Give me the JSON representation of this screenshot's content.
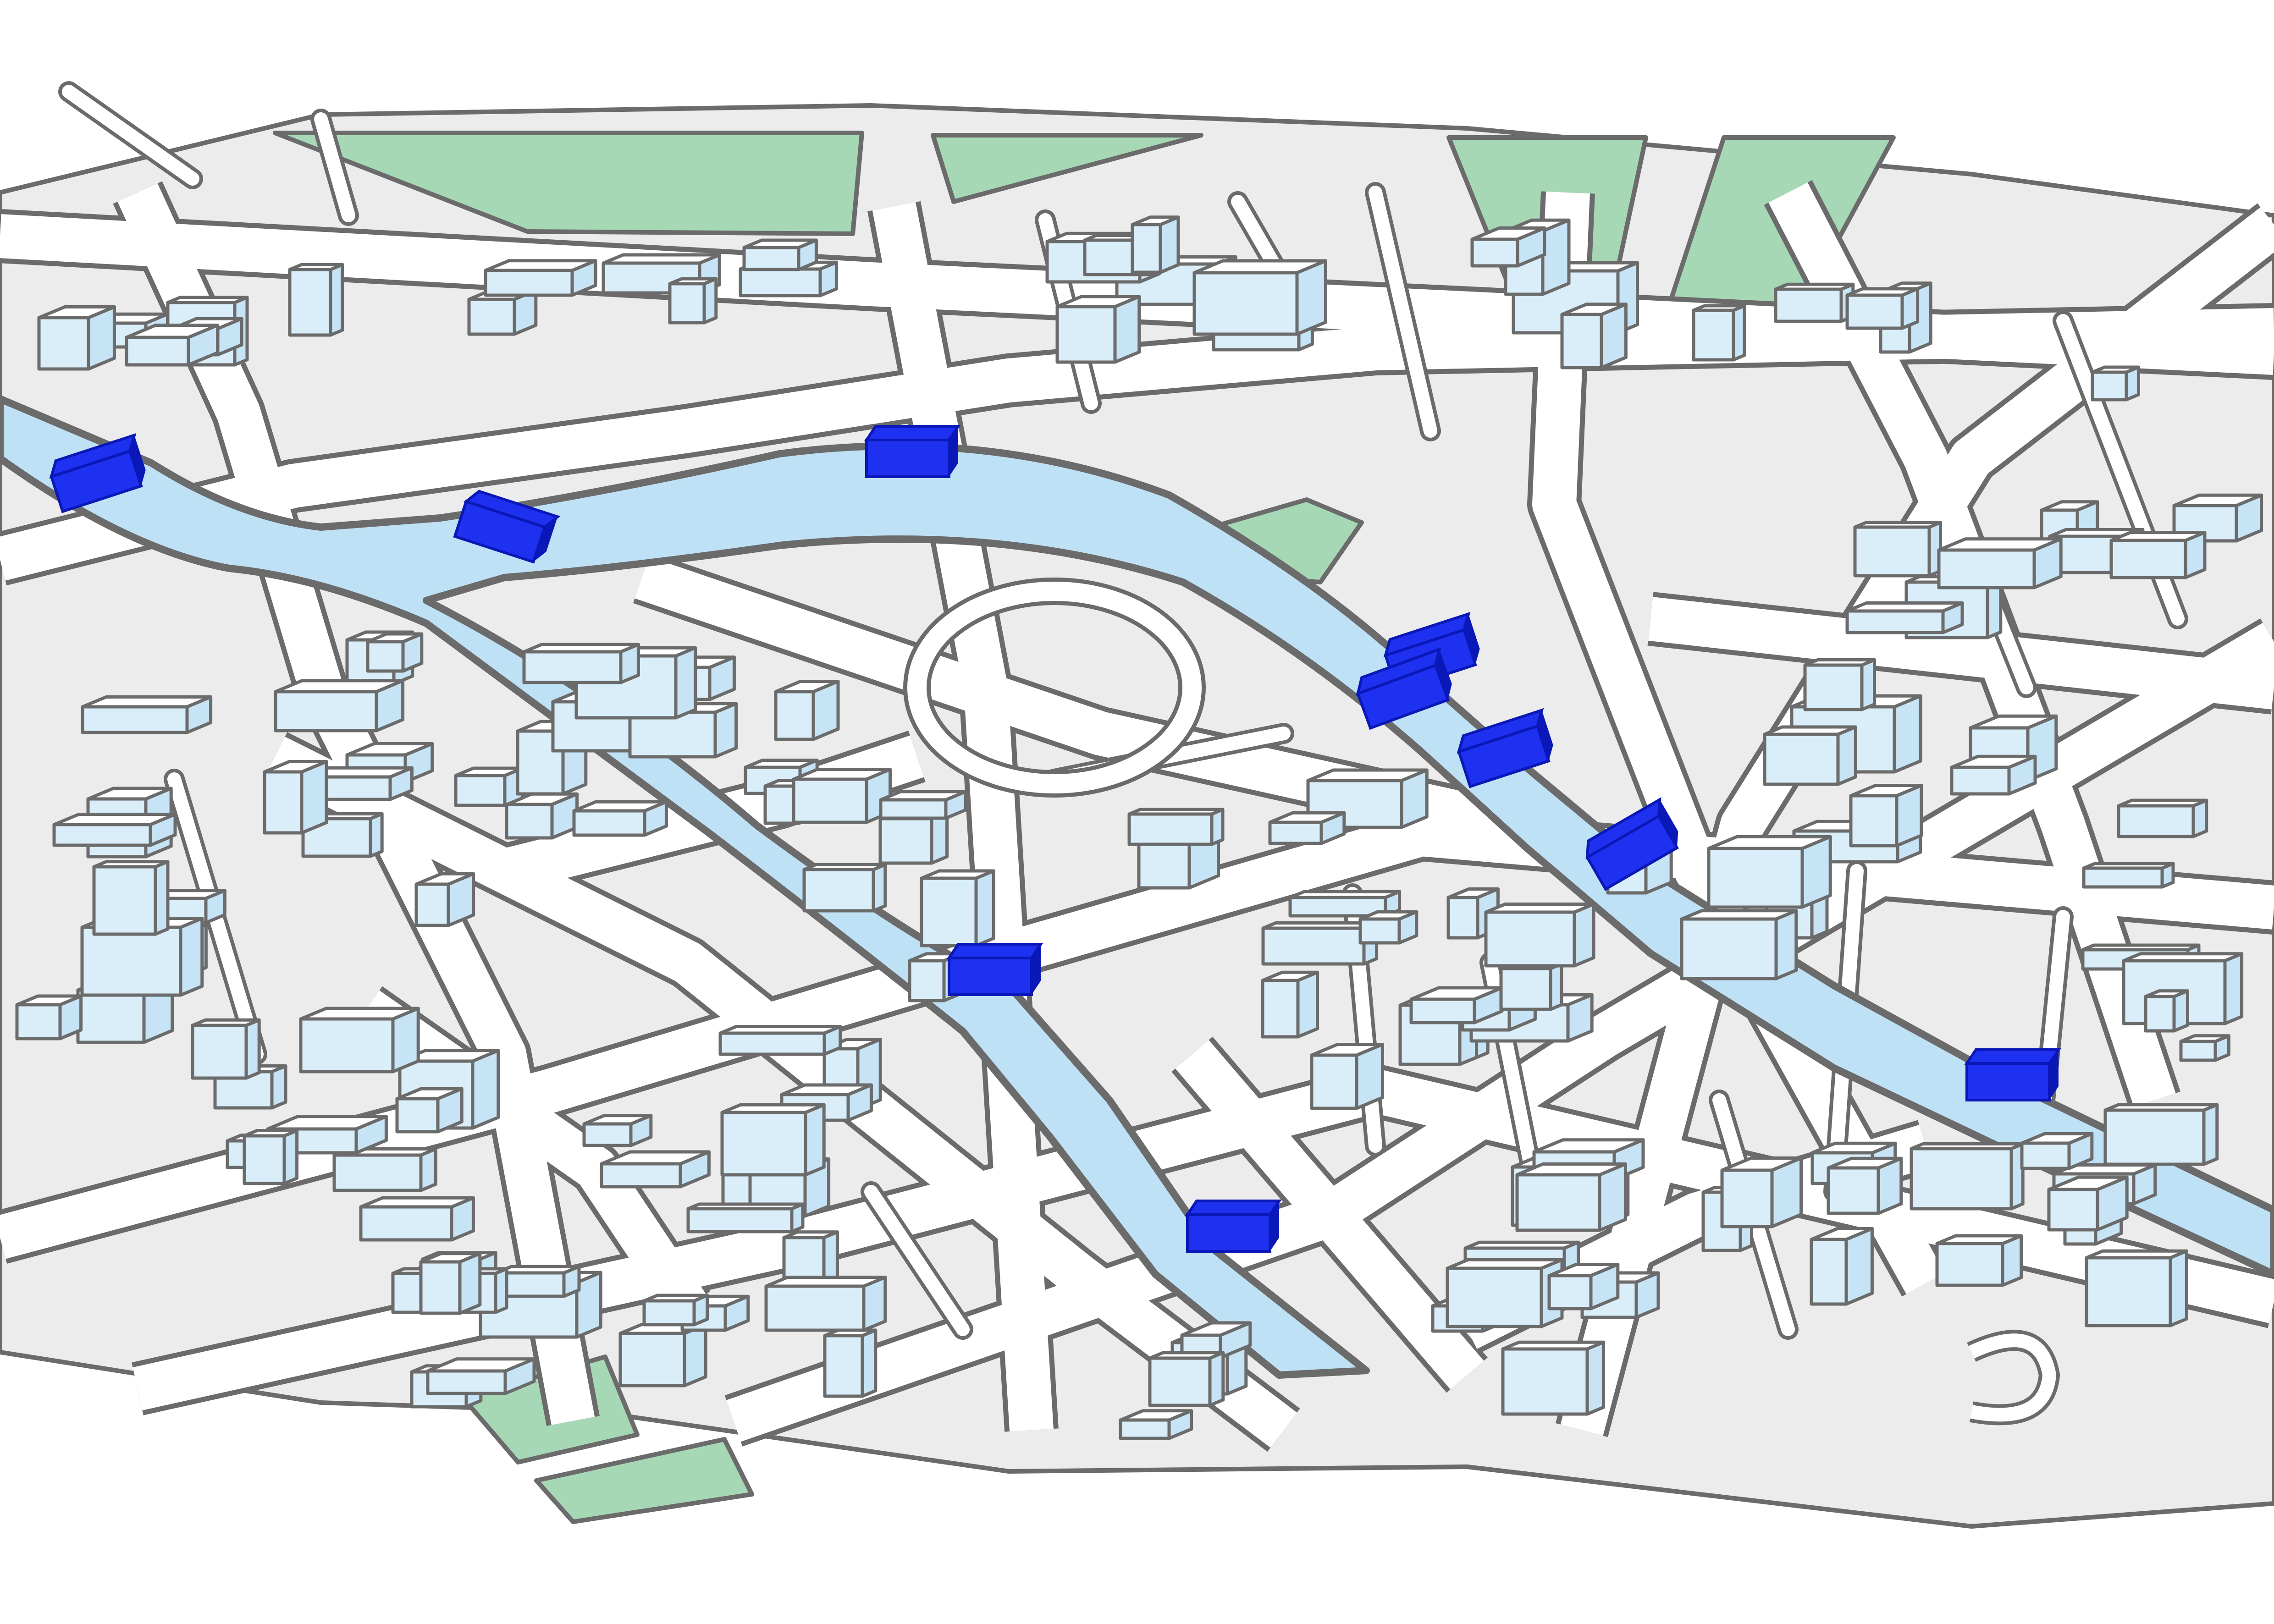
{
  "map": {
    "style": "isometric-city-illustration",
    "labels": [],
    "colors": {
      "background": "#ffffff",
      "ground": "#e9e9e9",
      "road": "#ffffff",
      "road_outline": "#6b6b6b",
      "river": "#bfe1f6",
      "river_bank": "#6b6b6b",
      "park": "#a7d8b6",
      "bridge": "#1f31f0",
      "bridge_dark": "#0b18b8",
      "building_side": "#d9eef9",
      "building_top": "#ffffff"
    },
    "bridge_count": 10,
    "features": [
      "river",
      "bridges",
      "roads",
      "parks",
      "buildings"
    ]
  }
}
